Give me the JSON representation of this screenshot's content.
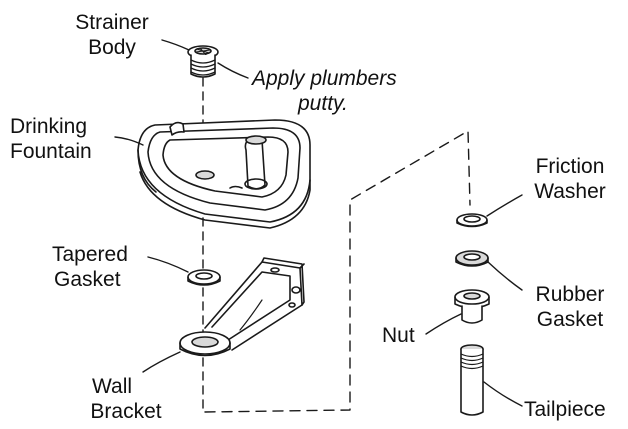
{
  "labels": {
    "strainer_body": {
      "line1": "Strainer",
      "line2": "Body"
    },
    "note": {
      "line1": "Apply plumbers",
      "line2": "putty."
    },
    "drinking_fountain": {
      "line1": "Drinking",
      "line2": "Fountain"
    },
    "tapered_gasket": {
      "line1": "Tapered",
      "line2": "Gasket"
    },
    "wall_bracket": {
      "line1": "Wall",
      "line2": "Bracket"
    },
    "friction_washer": {
      "line1": "Friction",
      "line2": "Washer"
    },
    "rubber_gasket": {
      "line1": "Rubber",
      "line2": "Gasket"
    },
    "nut": {
      "line1": "Nut"
    },
    "tailpiece": {
      "line1": "Tailpiece"
    }
  },
  "colors": {
    "stroke": "#1a1a1a",
    "fill": "#ffffff",
    "shade": "#d9d9d9",
    "text": "#111111"
  }
}
